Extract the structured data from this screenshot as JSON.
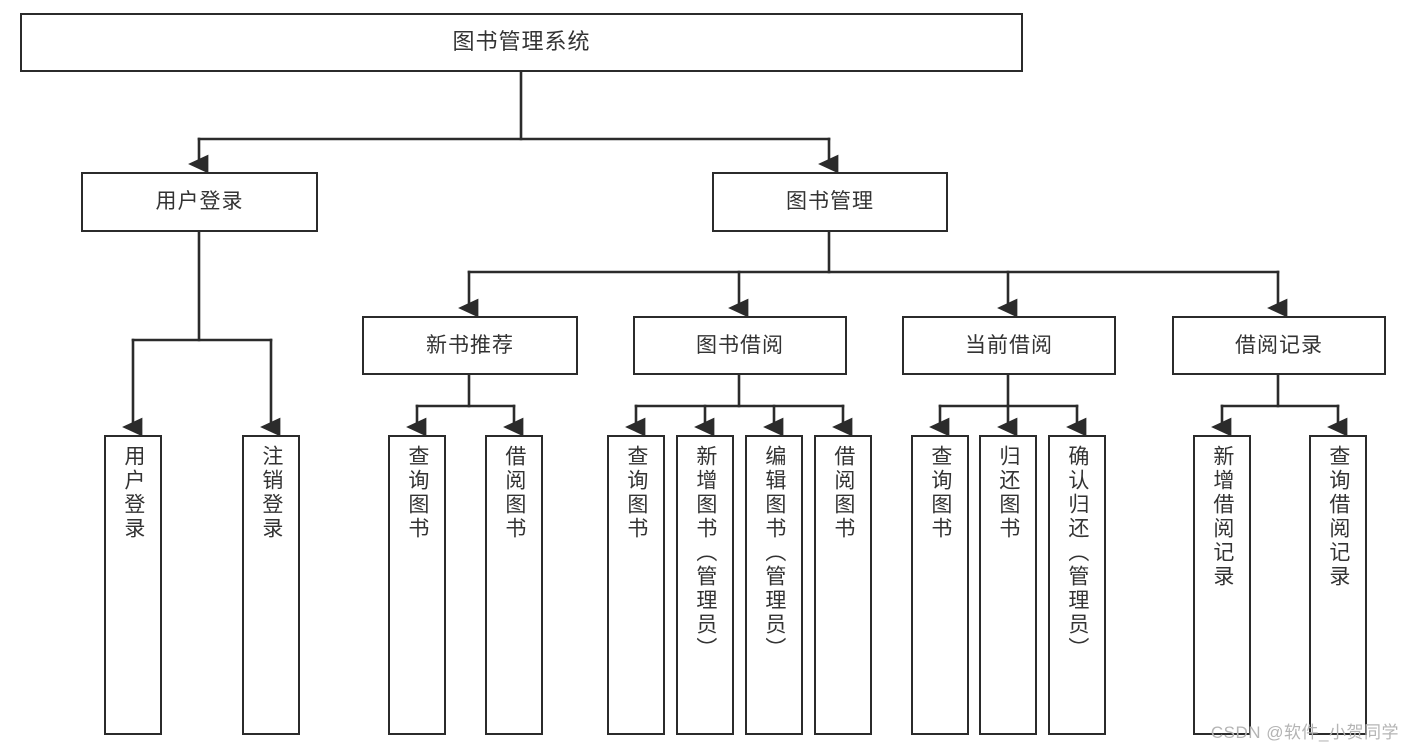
{
  "diagram": {
    "type": "tree-hierarchy-chart",
    "title": "图书管理系统",
    "colors": {
      "box_border": "#2b2b2b",
      "box_fill": "#ffffff",
      "connector": "#2b2b2b",
      "text": "#333333",
      "watermark": "#b4b4b4",
      "background": "#ffffff"
    },
    "nodes": {
      "root": {
        "label": "图书管理系统",
        "orientation": "horizontal"
      },
      "level2": [
        {
          "label": "用户登录",
          "orientation": "horizontal"
        },
        {
          "label": "图书管理",
          "orientation": "horizontal"
        }
      ],
      "level3": [
        {
          "label": "新书推荐",
          "orientation": "horizontal"
        },
        {
          "label": "图书借阅",
          "orientation": "horizontal"
        },
        {
          "label": "当前借阅",
          "orientation": "horizontal"
        },
        {
          "label": "借阅记录",
          "orientation": "horizontal"
        }
      ],
      "leaves": [
        {
          "label": "用户登录",
          "orientation": "vertical",
          "parent": "用户登录"
        },
        {
          "label": "注销登录",
          "orientation": "vertical",
          "parent": "用户登录"
        },
        {
          "label": "查询图书",
          "orientation": "vertical",
          "parent": "新书推荐"
        },
        {
          "label": "借阅图书",
          "orientation": "vertical",
          "parent": "新书推荐"
        },
        {
          "label": "查询图书",
          "orientation": "vertical",
          "parent": "图书借阅"
        },
        {
          "label": "新增图书（管理员）",
          "orientation": "vertical",
          "parent": "图书借阅"
        },
        {
          "label": "编辑图书（管理员）",
          "orientation": "vertical",
          "parent": "图书借阅"
        },
        {
          "label": "借阅图书",
          "orientation": "vertical",
          "parent": "图书借阅"
        },
        {
          "label": "查询图书",
          "orientation": "vertical",
          "parent": "当前借阅"
        },
        {
          "label": "归还图书",
          "orientation": "vertical",
          "parent": "当前借阅"
        },
        {
          "label": "确认归还（管理员）",
          "orientation": "vertical",
          "parent": "当前借阅"
        },
        {
          "label": "新增借阅记录",
          "orientation": "vertical",
          "parent": "借阅记录"
        },
        {
          "label": "查询借阅记录",
          "orientation": "vertical",
          "parent": "借阅记录"
        }
      ]
    }
  },
  "watermark": {
    "text": "CSDN @软件_小贺同学"
  }
}
